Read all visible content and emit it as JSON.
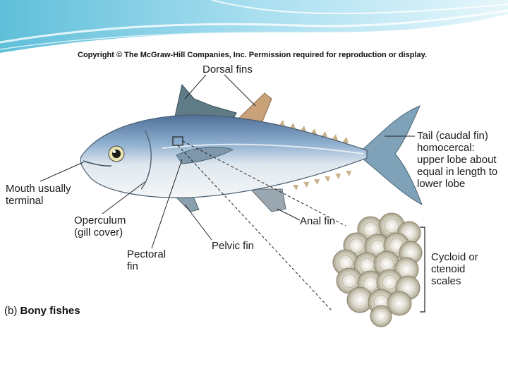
{
  "copyright": "Copyright © The McGraw-Hill Companies, Inc. Permission required for reproduction or display.",
  "labels": {
    "dorsal_fins": "Dorsal fins",
    "tail": "Tail (caudal fin)\nhomocercal:\nupper lobe about\nequal in length to\nlower lobe",
    "mouth": "Mouth usually\nterminal",
    "operculum": "Operculum\n(gill cover)",
    "pectoral": "Pectoral\nfin",
    "pelvic": "Pelvic fin",
    "anal": "Anal fin",
    "scales": "Cycloid or\nctenoid\nscales"
  },
  "caption": {
    "part": "(b)",
    "title": "Bony fishes"
  },
  "colors": {
    "banner_light": "#d9f1f7",
    "banner_mid": "#7fcbe0",
    "body_back": "#6f8fb4",
    "belly": "#eef2f4",
    "dorsal_fin_yellow": "#c9a27a"
  }
}
